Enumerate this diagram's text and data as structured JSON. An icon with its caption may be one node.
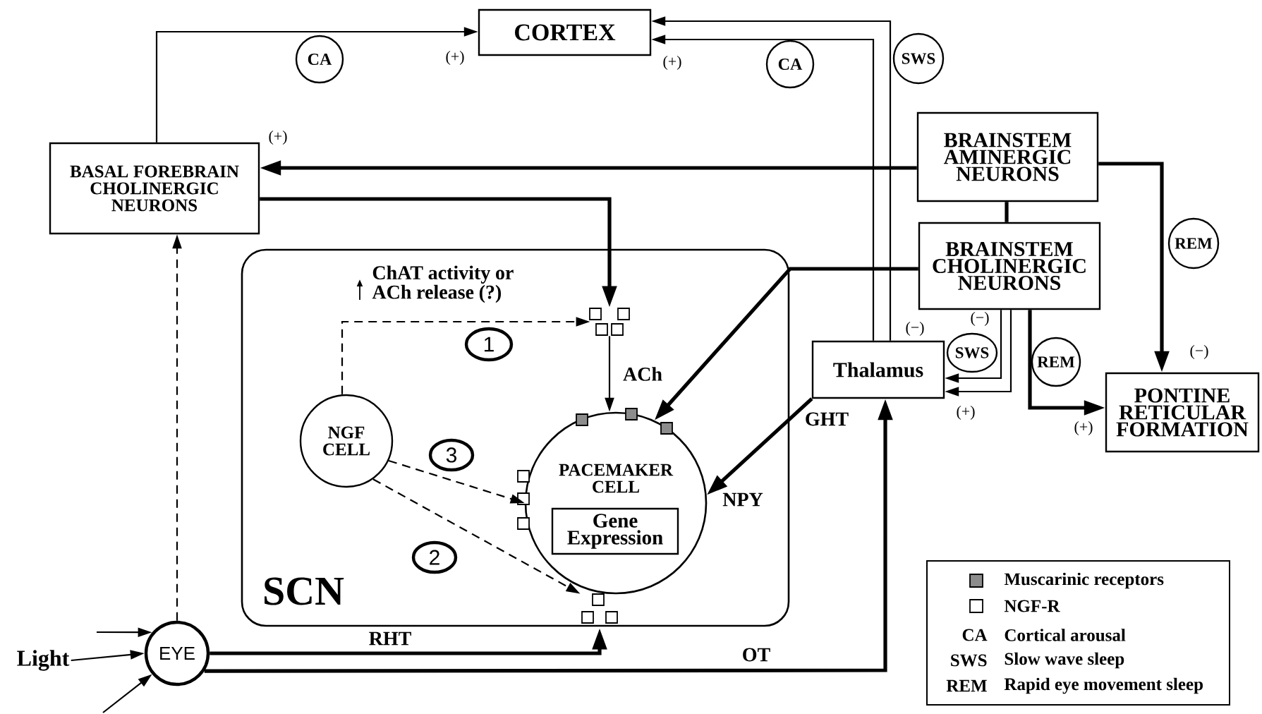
{
  "diagram": {
    "nodes": [
      {
        "text": [
          "CORTEX"
        ]
      },
      {
        "text": [
          "BASAL FOREBRAIN CHOLINERGIC NEURONS"
        ]
      },
      {
        "text": [
          "BRAINSTEM AMINERGIC NEURONS"
        ]
      },
      {
        "text": [
          "BRAINSTEM CHOLINERGIC NEURONS"
        ]
      },
      {
        "text": [
          "SCN"
        ]
      },
      {
        "text": [],
        "shape": "box",
        "in": 4
      },
      {
        "text": [
          "NGF CELL"
        ],
        "in": 4
      },
      {
        "text": [
          "PACEMAKER CELL"
        ],
        "in": 4
      },
      {
        "text": [
          "Gene Expression"
        ],
        "in": 7
      },
      {
        "text": [],
        "shape": "box",
        "in": 4
      },
      {
        "text": [
          "Thalamus"
        ]
      },
      {
        "text": [
          "PONTINE RETICULAR FORMATION"
        ]
      },
      {
        "text": [
          "EYE"
        ]
      },
      {
        "text": [
          "Light"
        ]
      },
      {
        "text": [
          "CA"
        ]
      },
      {
        "text": [
          "CA"
        ]
      },
      {
        "text": [
          "SWS"
        ]
      },
      {
        "text": [
          "REM"
        ]
      },
      {
        "text": [
          "SWS"
        ]
      },
      {
        "text": [
          "REM"
        ]
      },
      {
        "text": [
          "1"
        ],
        "in": 4
      },
      {
        "text": [
          "3"
        ],
        "in": 4
      },
      {
        "text": [
          "2"
        ],
        "in": 4
      }
    ],
    "edges": [
      {
        "from": 1,
        "to": 0,
        "arrow": "to"
      },
      {
        "from": 10,
        "to": 0,
        "arrow": "to"
      },
      {
        "from": 10,
        "to": 0,
        "arrow": "to"
      },
      {
        "from": 2,
        "to": 1,
        "arrow": "to",
        "style": "thick"
      },
      {
        "from": 1,
        "to": 5,
        "arrow": "to",
        "style": "thick"
      },
      {
        "from": 2,
        "to": 11,
        "arrow": "to",
        "style": "thick"
      },
      {
        "from": 2,
        "to": 3,
        "arrow": "none",
        "style": "thick"
      },
      {
        "from": 3,
        "to": 7,
        "arrow": "to",
        "style": "thick"
      },
      {
        "from": 3,
        "to": 10,
        "arrow": "to"
      },
      {
        "from": 3,
        "to": 10,
        "arrow": "to"
      },
      {
        "from": 3,
        "to": 11,
        "arrow": "to",
        "style": "thick"
      },
      {
        "from": 10,
        "to": 7,
        "arrow": "to",
        "style": "thick",
        "label": "GHT"
      },
      {
        "from": 12,
        "to": 10,
        "arrow": "to",
        "style": "thick",
        "label": "OT"
      },
      {
        "from": 12,
        "to": 9,
        "arrow": "to",
        "style": "thick",
        "label": "RHT"
      },
      {
        "from": 12,
        "to": 1,
        "arrow": "to",
        "style": "dashed"
      },
      {
        "from": 6,
        "to": 5,
        "arrow": "to",
        "style": "dashed"
      },
      {
        "from": 6,
        "to": 7,
        "arrow": "to",
        "style": "dashed"
      },
      {
        "from": 6,
        "to": 9,
        "arrow": "to",
        "style": "dashed"
      },
      {
        "from": 5,
        "to": 7,
        "arrow": "to",
        "label": "ACh"
      },
      {
        "from": 13,
        "to": 12,
        "arrow": "to"
      },
      {
        "from": null,
        "to": 12,
        "arrow": "to"
      },
      {
        "from": null,
        "to": 12,
        "arrow": "to"
      }
    ],
    "labels": [
      "(+)",
      "(+)",
      "(+)",
      "ChAT activity or ACh release (?)",
      "NPY",
      "(−)",
      "(−)",
      "(−)",
      "(+)",
      "(+)",
      "CA",
      "Cortical arousal",
      "SWS",
      "Slow wave sleep",
      "REM",
      "Rapid eye movement sleep"
    ],
    "legend": [
      {
        "text": "Muscarinic receptors",
        "color": "#8c8c8c"
      },
      {
        "text": "NGF-R"
      }
    ]
  }
}
